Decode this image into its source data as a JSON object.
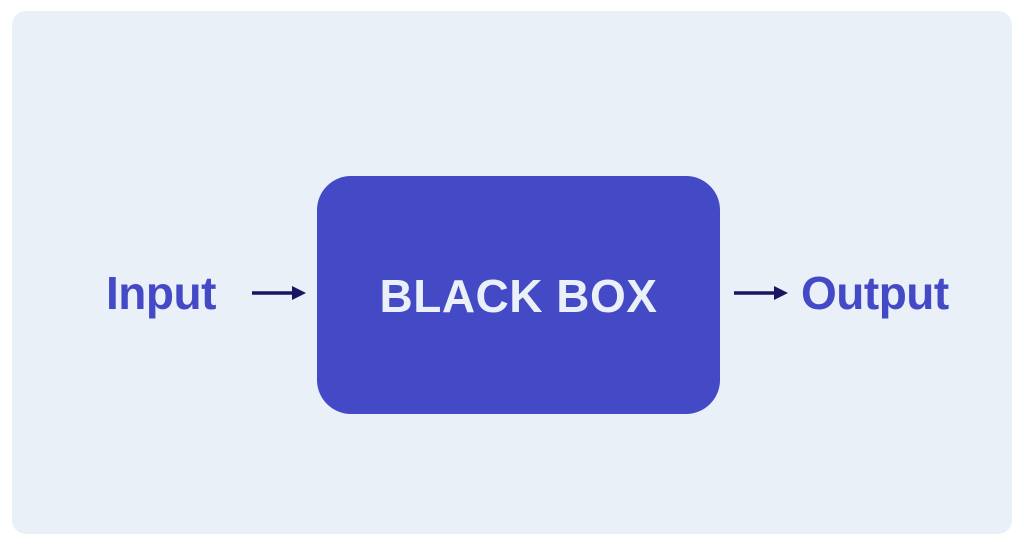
{
  "diagram": {
    "input_label": "Input",
    "box_label": "BLACK BOX",
    "output_label": "Output"
  },
  "colors": {
    "background": "#e9f0f8",
    "box_fill": "#4449c6",
    "box_text": "#e9f0f8",
    "label_text": "#4449c6",
    "arrow": "#1a1560"
  }
}
